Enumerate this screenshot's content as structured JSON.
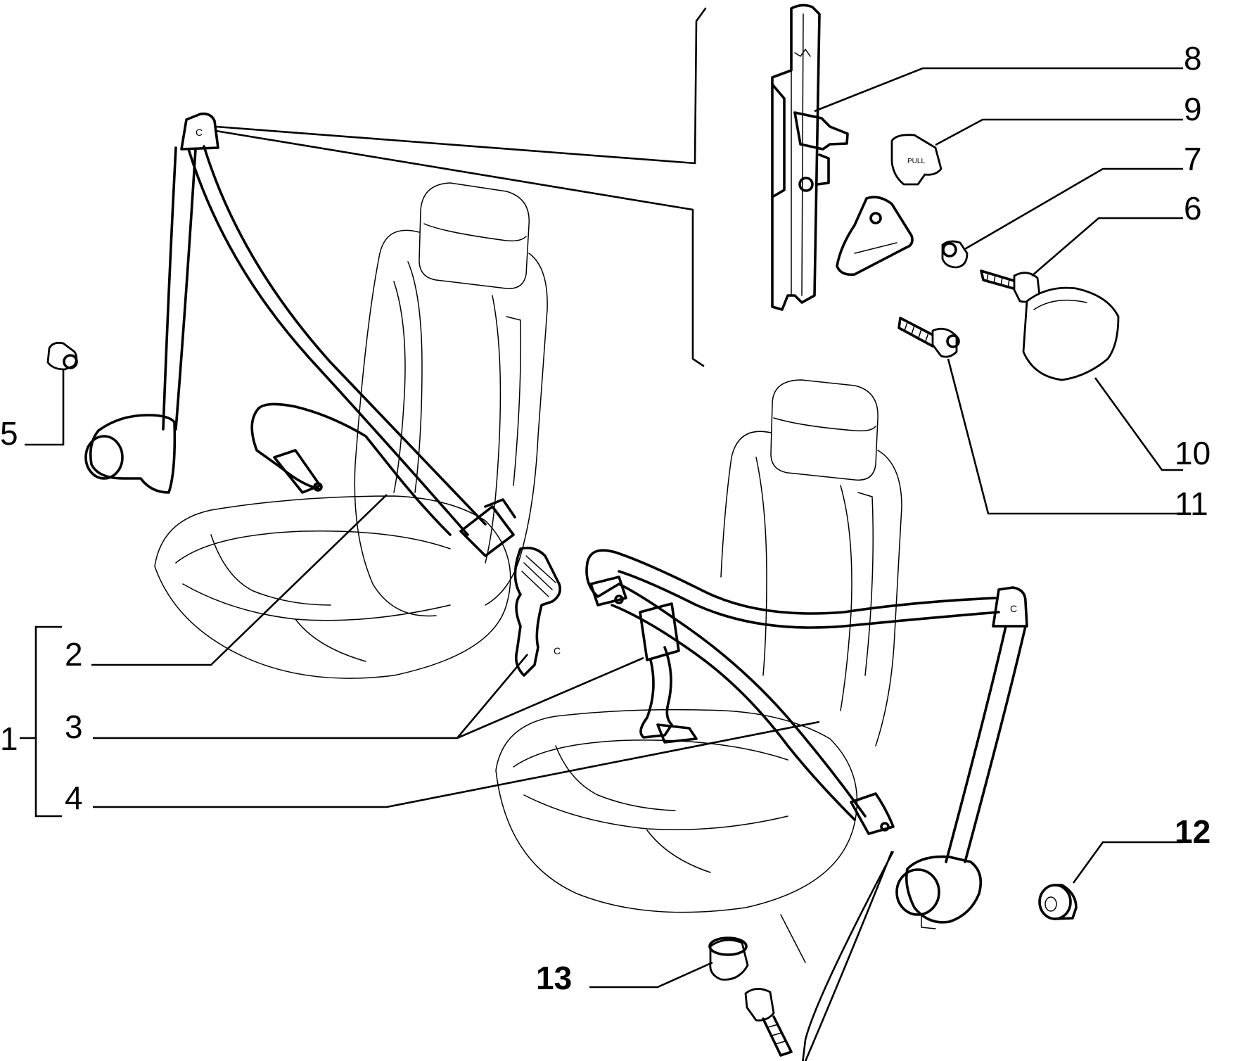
{
  "diagram": {
    "callouts": [
      {
        "id": "c1",
        "text": "1"
      },
      {
        "id": "c2",
        "text": "2"
      },
      {
        "id": "c3",
        "text": "3"
      },
      {
        "id": "c4",
        "text": "4"
      },
      {
        "id": "c5",
        "text": "5"
      },
      {
        "id": "c6",
        "text": "6"
      },
      {
        "id": "c7",
        "text": "7"
      },
      {
        "id": "c8",
        "text": "8"
      },
      {
        "id": "c9",
        "text": "9"
      },
      {
        "id": "c10",
        "text": "10"
      },
      {
        "id": "c11",
        "text": "11"
      },
      {
        "id": "c12",
        "text": "12"
      },
      {
        "id": "c13",
        "text": "13"
      }
    ],
    "part_labels": {
      "belt_anchor_letter": "C",
      "knob_text": "PULL"
    },
    "colors": {
      "line": "#000000",
      "background": "#ffffff"
    }
  }
}
